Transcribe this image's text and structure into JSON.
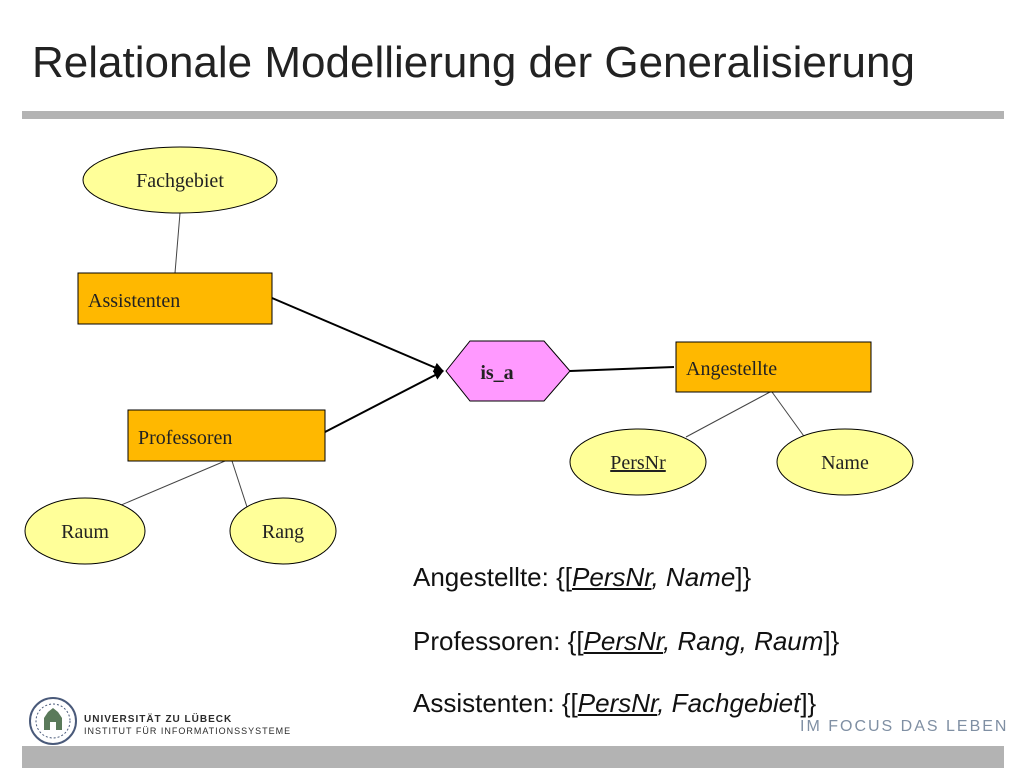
{
  "title": "Relationale Modellierung der Generalisierung",
  "diagram": {
    "entities": {
      "assistenten": "Assistenten",
      "professoren": "Professoren",
      "angestellte": "Angestellte"
    },
    "relationship": "is_a",
    "attributes": {
      "fachgebiet": "Fachgebiet",
      "raum": "Raum",
      "rang": "Rang",
      "persnr": "PersNr",
      "name": "Name"
    }
  },
  "schemas": [
    {
      "relation": "Angestellte",
      "key": "PersNr",
      "attributes": ", Name"
    },
    {
      "relation": "Professoren",
      "key": "PersNr",
      "attributes": ", Rang, Raum"
    },
    {
      "relation": "Assistenten",
      "key": "PersNr",
      "attributes": ", Fachgebiet"
    }
  ],
  "footer": {
    "university": "UNIVERSITÄT ZU LÜBECK",
    "institute": "INSTITUT FÜR INFORMATIONSSYSTEME",
    "slogan": "IM FOCUS DAS LEBEN"
  },
  "colors": {
    "entity_fill": "#ffb800",
    "attribute_fill": "#ffff99",
    "relationship_fill": "#ff99ff",
    "rule_gray": "#b3b3b3"
  }
}
